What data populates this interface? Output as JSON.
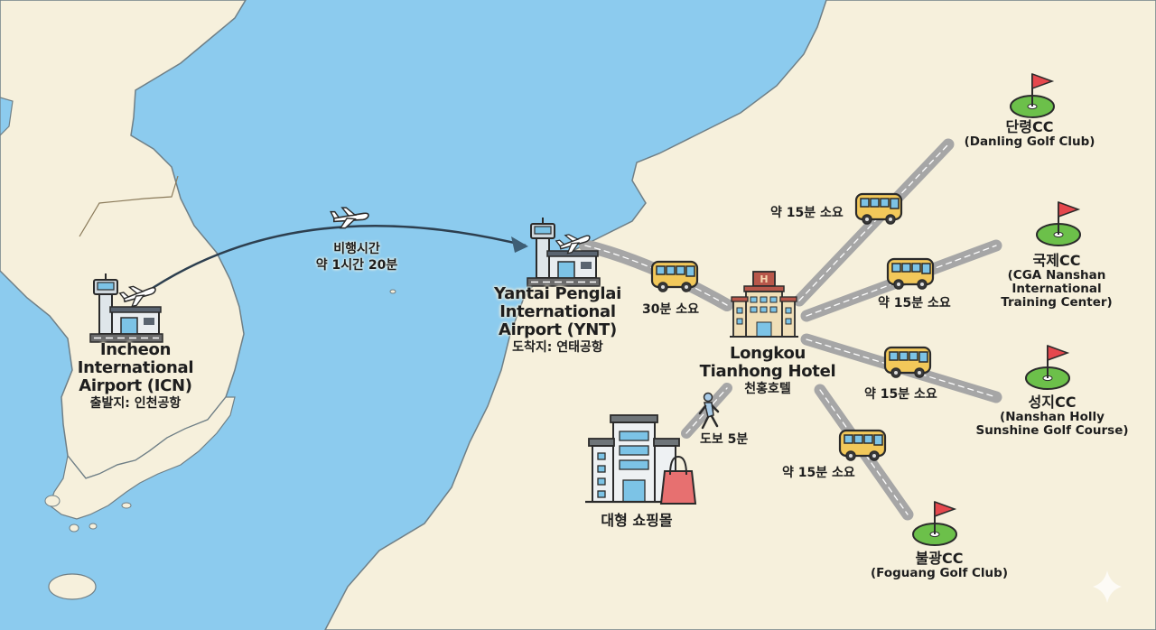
{
  "map": {
    "colors": {
      "sea": "#8ccbee",
      "land": "#f6f0dc",
      "coast": "#6f7f86",
      "road": "#a6a6a6",
      "bus": "#f2c85a",
      "flag": "#e5484d",
      "green": "#6cc04a",
      "flight_path": "#2d3f4f"
    },
    "flight": {
      "line1": "비행시간",
      "line2": "약 1시간 20분"
    },
    "origin": {
      "name_line1": "Incheon",
      "name_line2": "International",
      "name_line3": "Airport (ICN)",
      "korean": "출발지: 인천공항"
    },
    "destination": {
      "name_line1": "Yantai Penglai",
      "name_line2": "International",
      "name_line3": "Airport (YNT)",
      "korean": "도착지: 연태공항"
    },
    "hotel": {
      "name_line1": "Longkou",
      "name_line2": "Tianhong Hotel",
      "korean": "천홍호텔"
    },
    "airport_to_hotel": "30분 소요",
    "mall": {
      "name": "대형 쇼핑몰",
      "walk": "도보 5분"
    },
    "golf_courses": [
      {
        "korean": "단령CC",
        "en_line1": "(Danling Golf Club)",
        "en_line2": "",
        "en_line3": "",
        "travel": "약 15분 소요"
      },
      {
        "korean": "국제CC",
        "en_line1": "(CGA Nanshan",
        "en_line2": "International",
        "en_line3": "Training Center)",
        "travel": "약 15분 소요"
      },
      {
        "korean": "성지CC",
        "en_line1": "(Nanshan Holly",
        "en_line2": "Sunshine Golf Course)",
        "en_line3": "",
        "travel": "약 15분 소요"
      },
      {
        "korean": "불광CC",
        "en_line1": "(Foguang Golf Club)",
        "en_line2": "",
        "en_line3": "",
        "travel": "약 15분 소요"
      }
    ]
  }
}
